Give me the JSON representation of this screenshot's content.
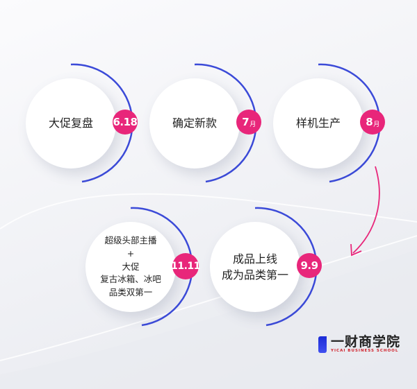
{
  "colors": {
    "arc": "#3b4ad8",
    "badge": "#e8267a",
    "arrow": "#e8267a"
  },
  "steps": [
    {
      "label": "大促复盘",
      "badge": "6.18",
      "unit": ""
    },
    {
      "label": "确定新款",
      "badge": "7",
      "unit": "月"
    },
    {
      "label": "样机生产",
      "badge": "8",
      "unit": "月"
    },
    {
      "label": "成品上线\n成为品类第一",
      "badge": "9.9",
      "unit": ""
    },
    {
      "label": "超级头部主播\n+\n大促\n复古冰箱、冰吧\n品类双第一",
      "badge": "11.11",
      "unit": ""
    }
  ],
  "logo": {
    "name": "一财商学院",
    "subtitle": "YICAI BUSINESS SCHOOL"
  }
}
